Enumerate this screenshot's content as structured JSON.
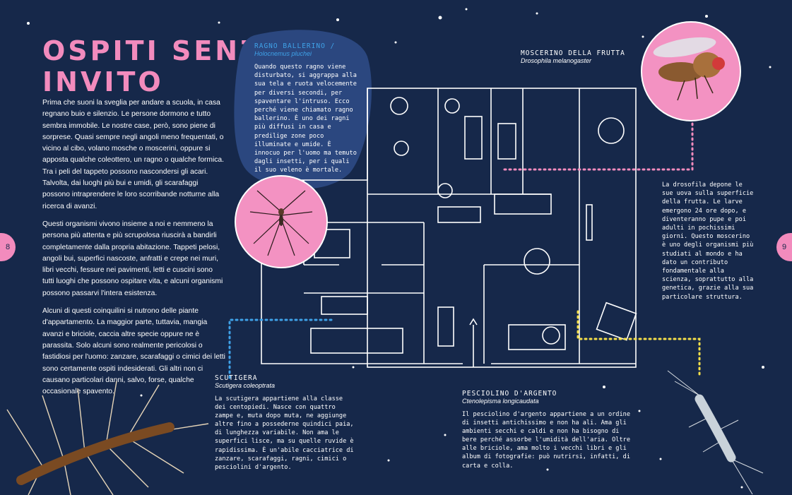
{
  "title_lines": [
    "OSPITI SENZA",
    "INVITO"
  ],
  "intro": {
    "p1": "Prima che suoni la sveglia per andare a scuola, in casa regnano buio e silenzio. Le persone dormono e tutto sembra immobile. Le nostre case, però, sono piene di sorprese. Quasi sempre negli angoli meno frequentati, o vicino al cibo, volano mosche o moscerini, oppure si apposta qualche coleottero, un ragno o qualche formica. Tra i peli del tappeto possono nascondersi gli acari. Talvolta, dai luoghi più bui e umidi, gli scarafaggi possono intraprendere le loro scorribande notturne alla ricerca di avanzi.",
    "p2": "Questi organismi vivono insieme a noi e nemmeno la persona più attenta e più scrupolosa riuscirà a bandirli completamente dalla propria abitazione. Tappeti pelosi, angoli bui, superfici nascoste, anfratti e crepe nei muri, libri vecchi, fessure nei pavimenti, letti e cuscini sono tutti luoghi che possono ospitare vita, e alcuni organismi possono passarvi l'intera esistenza.",
    "p3": "Alcuni di questi coinquilini si nutrono delle piante d'appartamento. La maggior parte, tuttavia, mangia avanzi e briciole, caccia altre specie oppure ne è parassita. Solo alcuni sono realmente pericolosi o fastidiosi per l'uomo: zanzare, scarafaggi o cimici dei letti sono certamente ospiti indesiderati. Gli altri non ci causano particolari danni, salvo, forse, qualche occasionale spavento."
  },
  "spider": {
    "name": "RAGNO BALLERINO /",
    "latin": "Holocnemus pluchei",
    "text": "Quando questo ragno viene disturbato, si aggrappa alla sua tela e ruota velocemente per diversi secondi, per spaventare l'intruso. Ecco perché viene chiamato ragno ballerino. È uno dei ragni più diffusi in casa e predilige zone poco illuminate e umide. È innocuo per l'uomo ma temuto dagli insetti, per i quali il suo veleno è mortale."
  },
  "fly": {
    "name": "MOSCERINO DELLA FRUTTA",
    "latin": "Drosophila melanogaster",
    "text": "La drosofila depone le sue uova sulla superficie della frutta. Le larve emergono 24 ore dopo, e diventeranno pupe e poi adulti in pochissimi giorni. Questo moscerino è uno degli organismi più studiati al mondo e ha dato un contributo fondamentale alla scienza, soprattutto alla genetica, grazie alla sua particolare struttura."
  },
  "centipede": {
    "name": "SCUTIGERA",
    "latin": "Scutigera coleoptrata",
    "text": "La scutigera appartiene alla classe dei centopiedi. Nasce con quattro zampe e, muta dopo muta, ne aggiunge altre fino a possederne quindici paia, di lunghezza variabile. Non ama le superfici lisce, ma su quelle ruvide è rapidissima. È un'abile cacciatrice di zanzare, scarafaggi, ragni, cimici o pesciolini d'argento."
  },
  "silverfish": {
    "name": "PESCIOLINO D'ARGENTO",
    "latin": "Ctenolepisma longicaudata",
    "text": "Il pesciolino d'argento appartiene a un ordine di insetti antichissimo e non ha ali. Ama gli ambienti secchi e caldi e non ha bisogno di bere perché assorbe l'umidità dell'aria. Oltre alle briciole, ama molto i vecchi libri e gli album di fotografie: può nutrirsi, infatti, di carta e colla."
  },
  "page_left": "8",
  "page_right": "9",
  "colors": {
    "background": "#16284a",
    "pink": "#f28bbd",
    "yellow": "#f5e04a",
    "blue": "#3fa2e8",
    "blob": "#2b477f"
  }
}
